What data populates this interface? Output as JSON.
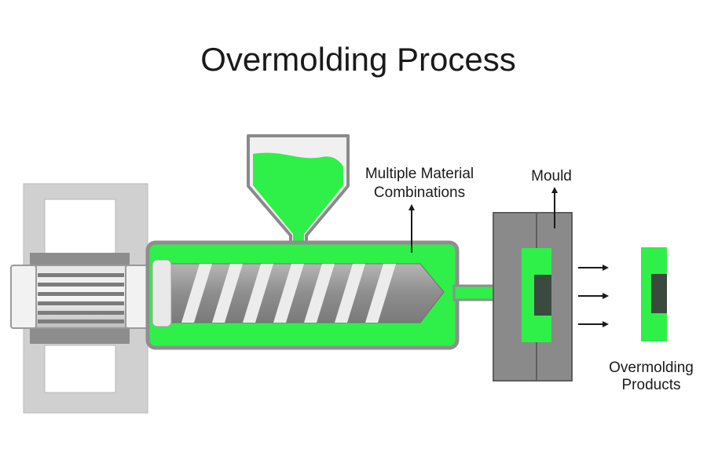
{
  "title": "Overmolding Process",
  "labels": {
    "material_line1": "Multiple Material",
    "material_line2": "Combinations",
    "mould": "Mould",
    "products_line1": "Overmolding",
    "products_line2": "Products"
  },
  "colors": {
    "material": "#2ef048",
    "frame": "#cfcfcf",
    "mould": "#8a8a8a",
    "screw": "#9a9a9a",
    "insert": "#3a4a3e",
    "text": "#1a1a1a"
  }
}
